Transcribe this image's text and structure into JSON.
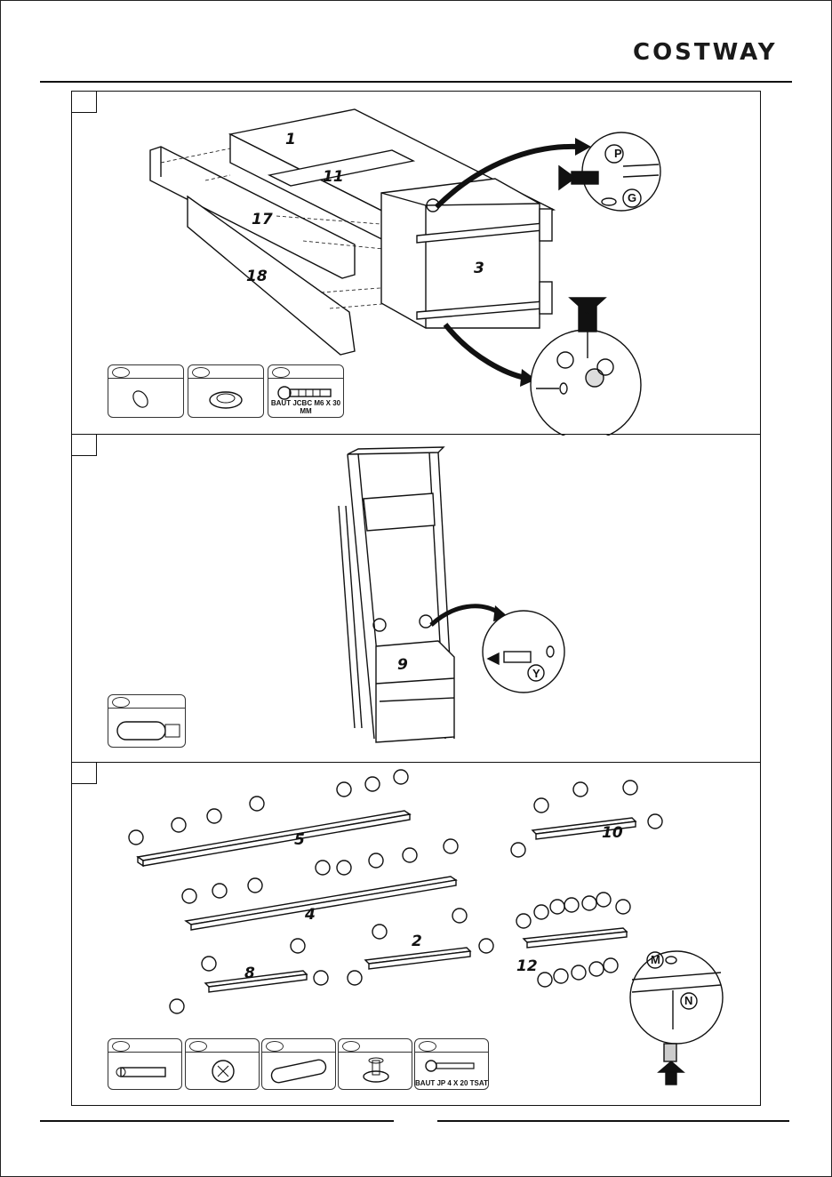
{
  "header": {
    "brand": "COSTWAY"
  },
  "step1": {
    "part_labels": {
      "p1": "1",
      "p11": "11",
      "p17": "17",
      "p18": "18",
      "p3": "3"
    },
    "detail_labels": {
      "P": "P",
      "G": "G"
    },
    "hardware": [
      {
        "name": "cam-bolt-hole",
        "label": ""
      },
      {
        "name": "cam-lock",
        "label": ""
      },
      {
        "name": "bolt",
        "label": "BAUT JCBC M6 X 30 MM"
      }
    ]
  },
  "step2": {
    "part_labels": {
      "p9": "9"
    },
    "detail_labels": {
      "Y": "Y"
    },
    "hardware": [
      {
        "name": "connector-bolt",
        "label": ""
      }
    ]
  },
  "step3": {
    "part_labels": {
      "p5": "5",
      "p4": "4",
      "p10": "10",
      "p2": "2",
      "p8": "8",
      "p12": "12"
    },
    "detail_labels": {
      "M": "M",
      "N": "N"
    },
    "hardware": [
      {
        "name": "cam-bolt",
        "label": ""
      },
      {
        "name": "cam-lock",
        "label": ""
      },
      {
        "name": "wood-dowel",
        "label": ""
      },
      {
        "name": "knob",
        "label": ""
      },
      {
        "name": "screw",
        "label": "BAUT JP 4 X 20 TSAT"
      }
    ]
  }
}
